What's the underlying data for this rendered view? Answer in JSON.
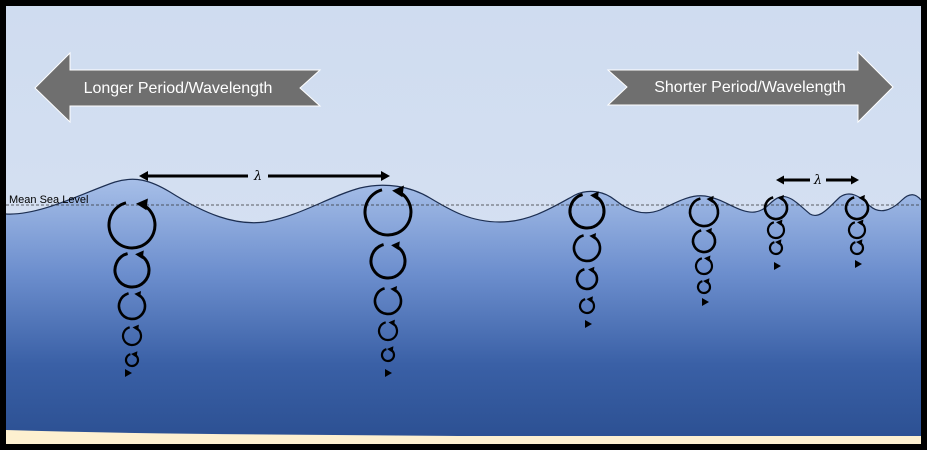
{
  "labels": {
    "longer": "Longer Period/Wavelength",
    "shorter": "Shorter Period/Wavelength",
    "mean_sea_level": "Mean Sea Level",
    "wavelength_symbol_long": "λ",
    "wavelength_symbol_short": "λ"
  },
  "colors": {
    "sky_top": "#cfdcf0",
    "sky_bottom": "#d9e3f3",
    "water_top": "#9db6e3",
    "water_bottom": "#2b4f91",
    "sand": "#fdf0d0",
    "arrow_fill": "#6f6f6f",
    "arrow_stroke": "#ffffff",
    "orbit_stroke": "#000000"
  },
  "icons": [
    "left-arrow-icon",
    "right-arrow-icon",
    "orbit-icon",
    "double-arrow-icon"
  ]
}
